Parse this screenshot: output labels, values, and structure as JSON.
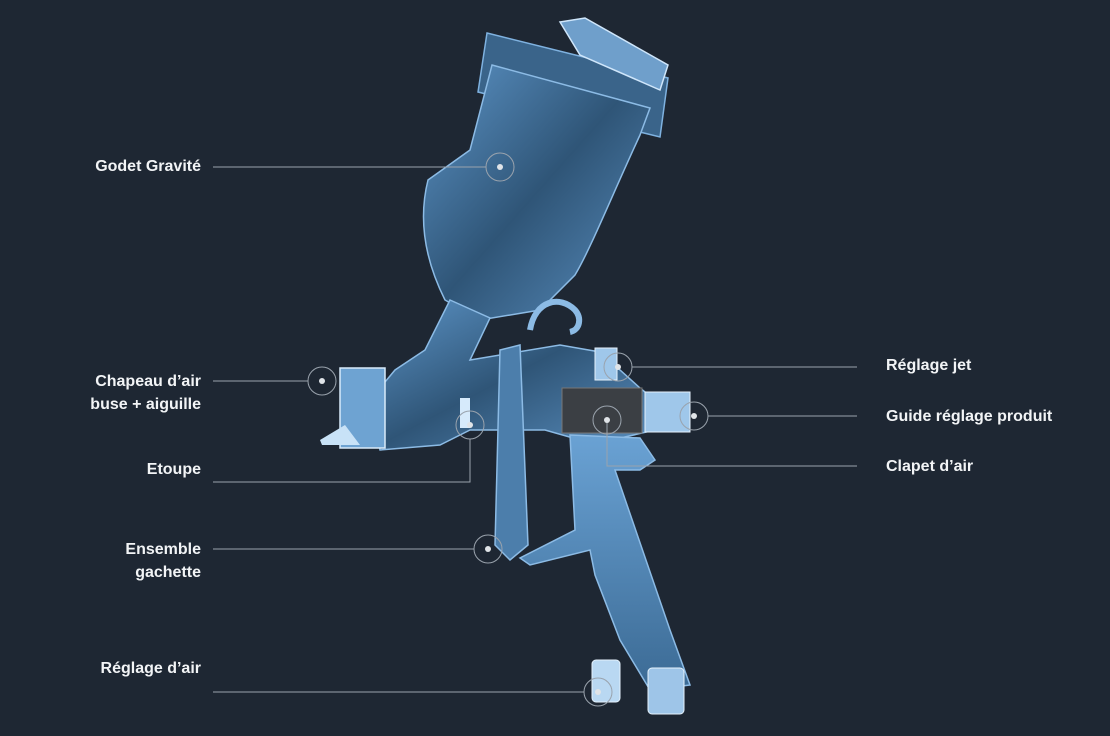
{
  "diagram": {
    "subject": "spray-gun",
    "labels_left": [
      {
        "id": "godet",
        "text": "Godet Gravité"
      },
      {
        "id": "chapeau",
        "line1": "Chapeau d’air",
        "line2": "buse + aiguille"
      },
      {
        "id": "etoupe",
        "text": "Etoupe"
      },
      {
        "id": "gachette",
        "line1": "Ensemble",
        "line2": "gachette"
      },
      {
        "id": "reglage-air",
        "text": "Réglage d’air"
      }
    ],
    "labels_right": [
      {
        "id": "reglage-jet",
        "text": "Réglage jet"
      },
      {
        "id": "guide",
        "text": "Guide réglage produit"
      },
      {
        "id": "clapet",
        "text": "Clapet d’air"
      }
    ],
    "colors": {
      "background": "#1e2733",
      "line": "#9aa3ad",
      "gun": "#4f86b8",
      "gun_highlight": "#9cc8ee"
    }
  }
}
